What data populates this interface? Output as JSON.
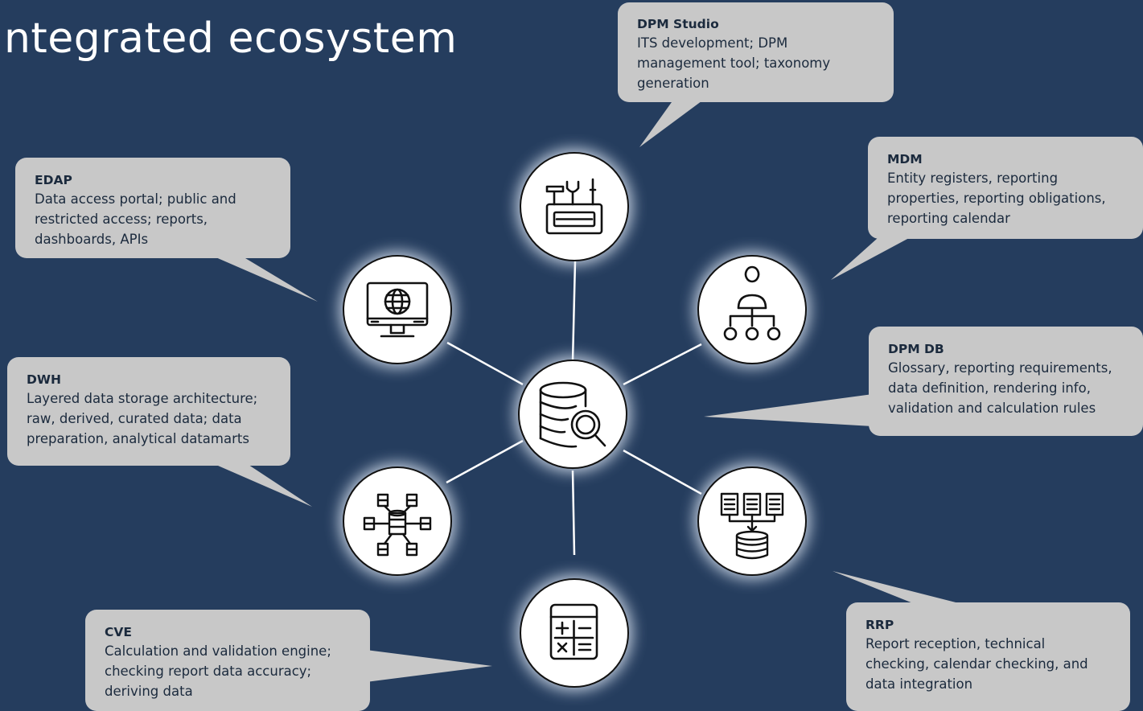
{
  "title": "integrated ecosystem",
  "colors": {
    "background": "#253d5e",
    "callout": "#c8c8c8",
    "node": "#ffffff",
    "icon": "#111111"
  },
  "nodes": {
    "hub": {
      "icon": "database-search-icon"
    },
    "dpm_studio": {
      "icon": "toolbox-icon"
    },
    "mdm": {
      "icon": "org-hierarchy-icon"
    },
    "rrp": {
      "icon": "reports-to-database-icon"
    },
    "cve": {
      "icon": "calculator-icon"
    },
    "dwh": {
      "icon": "distributed-databases-icon"
    },
    "edap": {
      "icon": "monitor-globe-icon"
    }
  },
  "callouts": {
    "dpm_studio": {
      "title": "DPM Studio",
      "text": "ITS development; DPM management tool; taxonomy generation"
    },
    "mdm": {
      "title": "MDM",
      "text": "Entity registers, reporting properties, reporting obligations, reporting calendar"
    },
    "edap": {
      "title": "EDAP",
      "text": "Data access portal; public and restricted access; reports, dashboards, APIs"
    },
    "dpm_db": {
      "title": "DPM DB",
      "text": "Glossary, reporting requirements, data definition, rendering info, validation and calculation rules"
    },
    "dwh": {
      "title": "DWH",
      "text": "Layered data storage architecture; raw, derived, curated data; data preparation, analytical datamarts"
    },
    "rrp": {
      "title": "RRP",
      "text": "Report reception, technical checking, calendar checking, and data integration"
    },
    "cve": {
      "title": "CVE",
      "text": "Calculation and validation engine; checking report data accuracy; deriving data"
    }
  }
}
